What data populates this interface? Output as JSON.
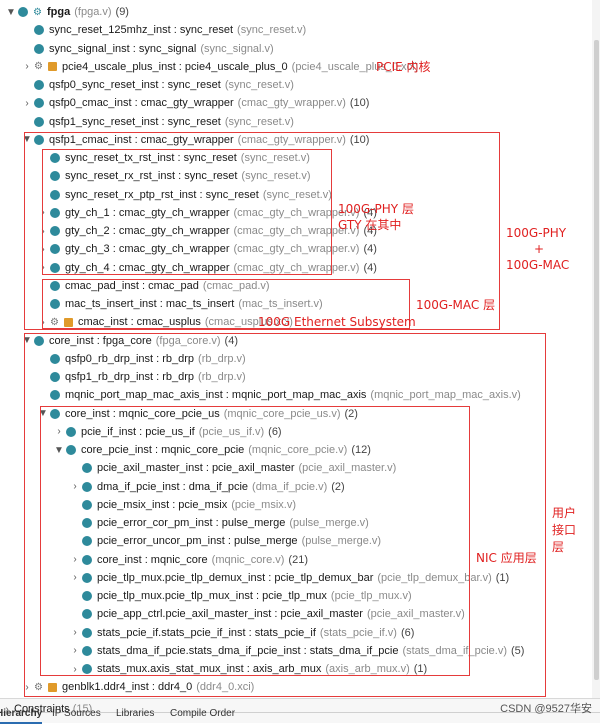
{
  "tree": [
    {
      "indent": 0,
      "tw": "▼",
      "name": "fpga",
      "nameBold": true,
      "file": "(fpga.v)",
      "count": "(9)",
      "icon": "fpga",
      "gear": false
    },
    {
      "indent": 1,
      "tw": "",
      "name": "sync_reset_125mhz_inst : sync_reset",
      "file": "(sync_reset.v)",
      "count": "",
      "icon": "mod",
      "gear": false
    },
    {
      "indent": 1,
      "tw": "",
      "name": "sync_signal_inst : sync_signal",
      "file": "(sync_signal.v)",
      "count": "",
      "icon": "mod",
      "gear": false
    },
    {
      "indent": 1,
      "tw": "›",
      "name": "pcie4_uscale_plus_inst : pcie4_uscale_plus_0",
      "file": "(pcie4_uscale_plus_0.xci)",
      "count": "",
      "icon": "ip",
      "gear": true
    },
    {
      "indent": 1,
      "tw": "",
      "name": "qsfp0_sync_reset_inst : sync_reset",
      "file": "(sync_reset.v)",
      "count": "",
      "icon": "mod",
      "gear": false
    },
    {
      "indent": 1,
      "tw": "›",
      "name": "qsfp0_cmac_inst : cmac_gty_wrapper",
      "file": "(cmac_gty_wrapper.v)",
      "count": "(10)",
      "icon": "mod",
      "gear": false
    },
    {
      "indent": 1,
      "tw": "",
      "name": "qsfp1_sync_reset_inst : sync_reset",
      "file": "(sync_reset.v)",
      "count": "",
      "icon": "mod",
      "gear": false
    },
    {
      "indent": 1,
      "tw": "▼",
      "name": "qsfp1_cmac_inst : cmac_gty_wrapper",
      "file": "(cmac_gty_wrapper.v)",
      "count": "(10)",
      "icon": "mod",
      "gear": false
    },
    {
      "indent": 2,
      "tw": "",
      "name": "sync_reset_tx_rst_inst : sync_reset",
      "file": "(sync_reset.v)",
      "count": "",
      "icon": "mod",
      "gear": false
    },
    {
      "indent": 2,
      "tw": "",
      "name": "sync_reset_rx_rst_inst : sync_reset",
      "file": "(sync_reset.v)",
      "count": "",
      "icon": "mod",
      "gear": false
    },
    {
      "indent": 2,
      "tw": "",
      "name": "sync_reset_rx_ptp_rst_inst : sync_reset",
      "file": "(sync_reset.v)",
      "count": "",
      "icon": "mod",
      "gear": false
    },
    {
      "indent": 2,
      "tw": "›",
      "name": "gty_ch_1 : cmac_gty_ch_wrapper",
      "file": "(cmac_gty_ch_wrapper.v)",
      "count": "(4)",
      "icon": "mod",
      "gear": false
    },
    {
      "indent": 2,
      "tw": "›",
      "name": "gty_ch_2 : cmac_gty_ch_wrapper",
      "file": "(cmac_gty_ch_wrapper.v)",
      "count": "(4)",
      "icon": "mod",
      "gear": false
    },
    {
      "indent": 2,
      "tw": "›",
      "name": "gty_ch_3 : cmac_gty_ch_wrapper",
      "file": "(cmac_gty_ch_wrapper.v)",
      "count": "(4)",
      "icon": "mod",
      "gear": false
    },
    {
      "indent": 2,
      "tw": "›",
      "name": "gty_ch_4 : cmac_gty_ch_wrapper",
      "file": "(cmac_gty_ch_wrapper.v)",
      "count": "(4)",
      "icon": "mod",
      "gear": false
    },
    {
      "indent": 2,
      "tw": "",
      "name": "cmac_pad_inst : cmac_pad",
      "file": "(cmac_pad.v)",
      "count": "",
      "icon": "mod",
      "gear": false
    },
    {
      "indent": 2,
      "tw": "",
      "name": "mac_ts_insert_inst : mac_ts_insert",
      "file": "(mac_ts_insert.v)",
      "count": "",
      "icon": "mod",
      "gear": false
    },
    {
      "indent": 2,
      "tw": "›",
      "name": "cmac_inst : cmac_usplus",
      "file": "(cmac_usplus.xci)",
      "count": "",
      "icon": "ip",
      "gear": true
    },
    {
      "indent": 1,
      "tw": "▼",
      "name": "core_inst : fpga_core",
      "file": "(fpga_core.v)",
      "count": "(4)",
      "icon": "mod",
      "gear": false
    },
    {
      "indent": 2,
      "tw": "",
      "name": "qsfp0_rb_drp_inst : rb_drp",
      "file": "(rb_drp.v)",
      "count": "",
      "icon": "mod",
      "gear": false
    },
    {
      "indent": 2,
      "tw": "",
      "name": "qsfp1_rb_drp_inst : rb_drp",
      "file": "(rb_drp.v)",
      "count": "",
      "icon": "mod",
      "gear": false
    },
    {
      "indent": 2,
      "tw": "",
      "name": "mqnic_port_map_mac_axis_inst : mqnic_port_map_mac_axis",
      "file": "(mqnic_port_map_mac_axis.v)",
      "count": "",
      "icon": "mod",
      "gear": false
    },
    {
      "indent": 2,
      "tw": "▼",
      "name": "core_inst : mqnic_core_pcie_us",
      "file": "(mqnic_core_pcie_us.v)",
      "count": "(2)",
      "icon": "mod",
      "gear": false
    },
    {
      "indent": 3,
      "tw": "›",
      "name": "pcie_if_inst : pcie_us_if",
      "file": "(pcie_us_if.v)",
      "count": "(6)",
      "icon": "mod",
      "gear": false
    },
    {
      "indent": 3,
      "tw": "▼",
      "name": "core_pcie_inst : mqnic_core_pcie",
      "file": "(mqnic_core_pcie.v)",
      "count": "(12)",
      "icon": "mod",
      "gear": false
    },
    {
      "indent": 4,
      "tw": "",
      "name": "pcie_axil_master_inst : pcie_axil_master",
      "file": "(pcie_axil_master.v)",
      "count": "",
      "icon": "mod",
      "gear": false
    },
    {
      "indent": 4,
      "tw": "›",
      "name": "dma_if_pcie_inst : dma_if_pcie",
      "file": "(dma_if_pcie.v)",
      "count": "(2)",
      "icon": "mod",
      "gear": false
    },
    {
      "indent": 4,
      "tw": "",
      "name": "pcie_msix_inst : pcie_msix",
      "file": "(pcie_msix.v)",
      "count": "",
      "icon": "mod",
      "gear": false
    },
    {
      "indent": 4,
      "tw": "",
      "name": "pcie_error_cor_pm_inst : pulse_merge",
      "file": "(pulse_merge.v)",
      "count": "",
      "icon": "mod",
      "gear": false
    },
    {
      "indent": 4,
      "tw": "",
      "name": "pcie_error_uncor_pm_inst : pulse_merge",
      "file": "(pulse_merge.v)",
      "count": "",
      "icon": "mod",
      "gear": false
    },
    {
      "indent": 4,
      "tw": "›",
      "name": "core_inst : mqnic_core",
      "file": "(mqnic_core.v)",
      "count": "(21)",
      "icon": "mod",
      "gear": false
    },
    {
      "indent": 4,
      "tw": "›",
      "name": "pcie_tlp_mux.pcie_tlp_demux_inst : pcie_tlp_demux_bar",
      "file": "(pcie_tlp_demux_bar.v)",
      "count": "(1)",
      "icon": "mod",
      "gear": false
    },
    {
      "indent": 4,
      "tw": "",
      "name": "pcie_tlp_mux.pcie_tlp_mux_inst : pcie_tlp_mux",
      "file": "(pcie_tlp_mux.v)",
      "count": "",
      "icon": "mod",
      "gear": false
    },
    {
      "indent": 4,
      "tw": "",
      "name": "pcie_app_ctrl.pcie_axil_master_inst : pcie_axil_master",
      "file": "(pcie_axil_master.v)",
      "count": "",
      "icon": "mod",
      "gear": false
    },
    {
      "indent": 4,
      "tw": "›",
      "name": "stats_pcie_if.stats_pcie_if_inst : stats_pcie_if",
      "file": "(stats_pcie_if.v)",
      "count": "(6)",
      "icon": "mod",
      "gear": false
    },
    {
      "indent": 4,
      "tw": "›",
      "name": "stats_dma_if_pcie.stats_dma_if_pcie_inst : stats_dma_if_pcie",
      "file": "(stats_dma_if_pcie.v)",
      "count": "(5)",
      "icon": "mod",
      "gear": false
    },
    {
      "indent": 4,
      "tw": "›",
      "name": "stats_mux.axis_stat_mux_inst : axis_arb_mux",
      "file": "(axis_arb_mux.v)",
      "count": "(1)",
      "icon": "mod",
      "gear": false
    },
    {
      "indent": 1,
      "tw": "›",
      "name": "genblk1.ddr4_inst : ddr4_0",
      "file": "(ddr4_0.xci)",
      "count": "",
      "icon": "ip",
      "gear": true
    }
  ],
  "constraints": {
    "label": "Constraints",
    "count": "(15)"
  },
  "tabs": [
    "Hierarchy",
    "IP Sources",
    "Libraries",
    "Compile Order"
  ],
  "watermark": "CSDN @9527华安",
  "annotations": {
    "pcie": "PCIE 内核",
    "phy_layer_1": "100G-PHY 层",
    "phy_layer_2": "GTY 在其中",
    "phy_mac_1": "100G-PHY",
    "phy_mac_2": "+",
    "phy_mac_3": "100G-MAC",
    "mac_layer": "100G-MAC 层",
    "ethernet": "100G Ethernet Subsystem",
    "nic_layer": "NIC 应用层",
    "user_1": "用户",
    "user_2": "接口",
    "user_3": "层"
  },
  "colors": {
    "accent": "#2e8a9b",
    "annotation": "#e02020",
    "ip_icon": "#e09a2a"
  }
}
